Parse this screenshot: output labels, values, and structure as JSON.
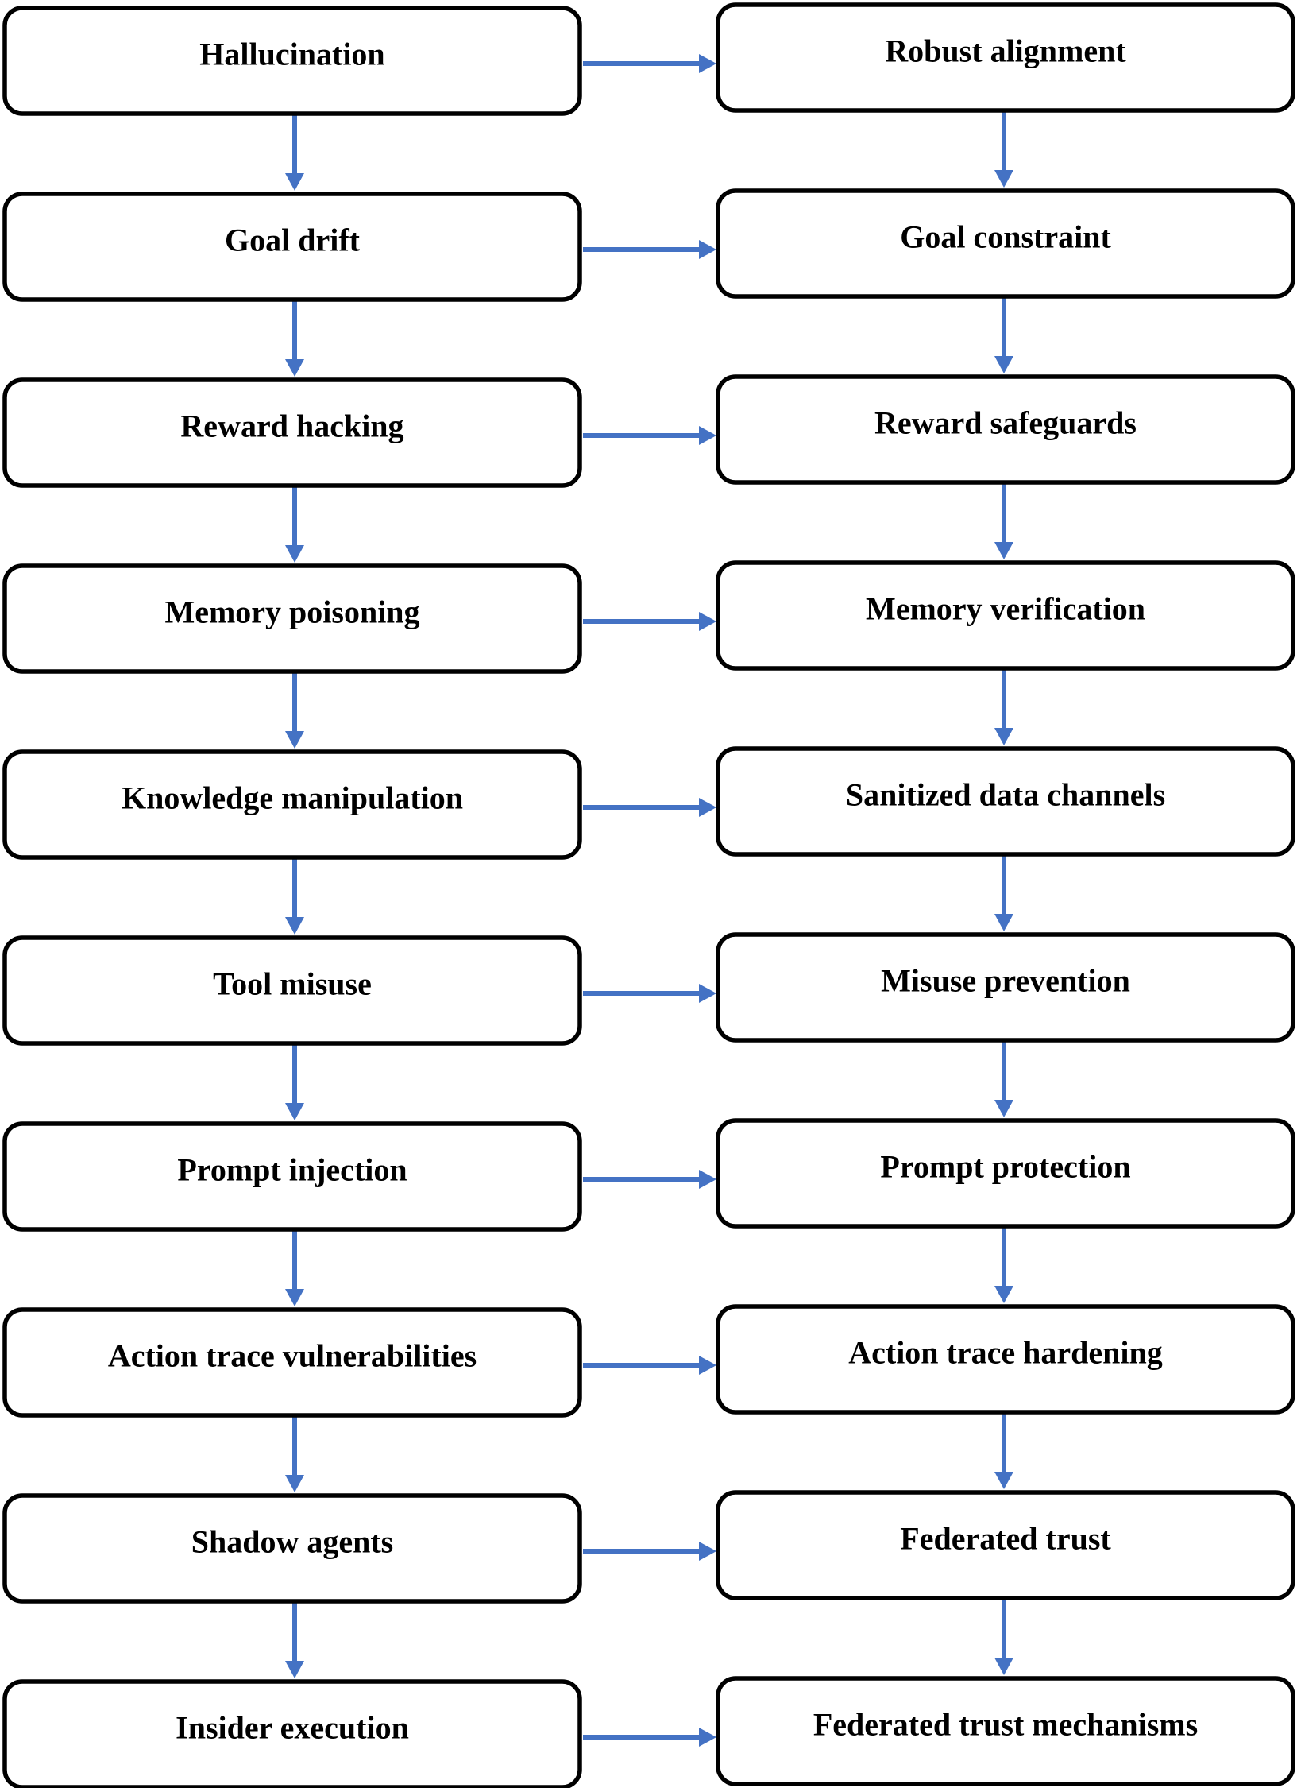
{
  "arrow_color": "#4472C4",
  "left_column": [
    {
      "id": "hallucination",
      "label": "Hallucination"
    },
    {
      "id": "goal-drift",
      "label": "Goal drift"
    },
    {
      "id": "reward-hacking",
      "label": "Reward hacking"
    },
    {
      "id": "memory-poisoning",
      "label": "Memory poisoning"
    },
    {
      "id": "knowledge-manipulation",
      "label": "Knowledge manipulation"
    },
    {
      "id": "tool-misuse",
      "label": "Tool misuse"
    },
    {
      "id": "prompt-injection",
      "label": "Prompt injection"
    },
    {
      "id": "action-trace-vulnerabilities",
      "label": "Action trace vulnerabilities"
    },
    {
      "id": "shadow-agents",
      "label": "Shadow agents"
    },
    {
      "id": "insider-execution",
      "label": "Insider execution"
    }
  ],
  "right_column": [
    {
      "id": "robust-alignment",
      "label": "Robust alignment"
    },
    {
      "id": "goal-constraint",
      "label": "Goal constraint"
    },
    {
      "id": "reward-safeguards",
      "label": "Reward safeguards"
    },
    {
      "id": "memory-verification",
      "label": "Memory verification"
    },
    {
      "id": "sanitized-data-channels",
      "label": "Sanitized data channels"
    },
    {
      "id": "misuse-prevention",
      "label": "Misuse prevention"
    },
    {
      "id": "prompt-protection",
      "label": "Prompt protection"
    },
    {
      "id": "action-trace-hardening",
      "label": "Action trace hardening"
    },
    {
      "id": "federated-trust",
      "label": "Federated trust"
    },
    {
      "id": "federated-trust-mechanisms",
      "label": "Federated trust mechanisms"
    }
  ]
}
